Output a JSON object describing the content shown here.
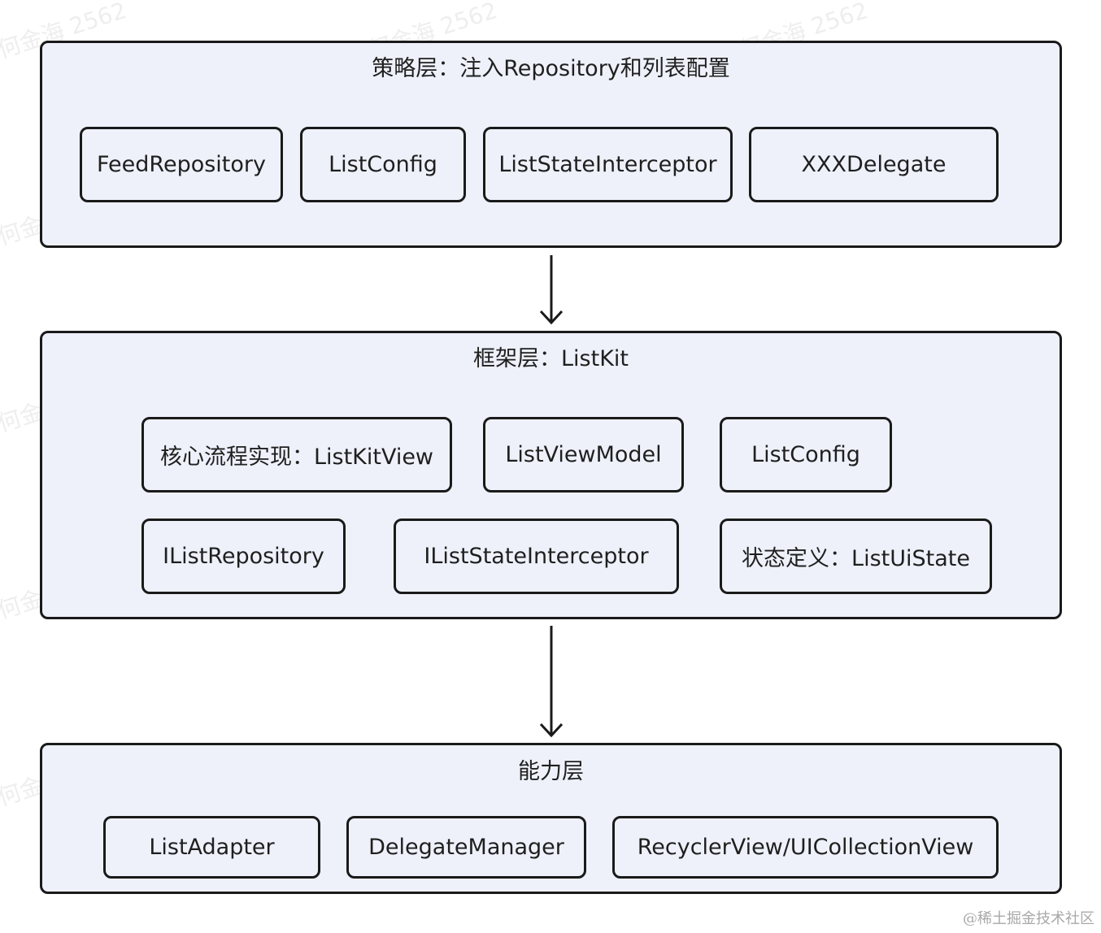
{
  "layers": [
    {
      "title": "策略层：注入Repository和列表配置",
      "nodes": [
        "FeedRepository",
        "ListConfig",
        "ListStateInterceptor",
        "XXXDelegate"
      ]
    },
    {
      "title": "框架层：ListKit",
      "nodes": [
        "核心流程实现：ListKitView",
        "ListViewModel",
        "ListConfig",
        "IListRepository",
        "IListStateInterceptor",
        "状态定义：ListUiState"
      ]
    },
    {
      "title": "能力层",
      "nodes": [
        "ListAdapter",
        "DelegateManager",
        "RecyclerView/UICollectionView"
      ]
    }
  ],
  "watermark": "何金海 2562",
  "footer": "@稀土掘金技术社区",
  "colors": {
    "box_fill": "#eef1fa",
    "stroke": "#1a1a1a",
    "text": "#1f1f1f"
  }
}
